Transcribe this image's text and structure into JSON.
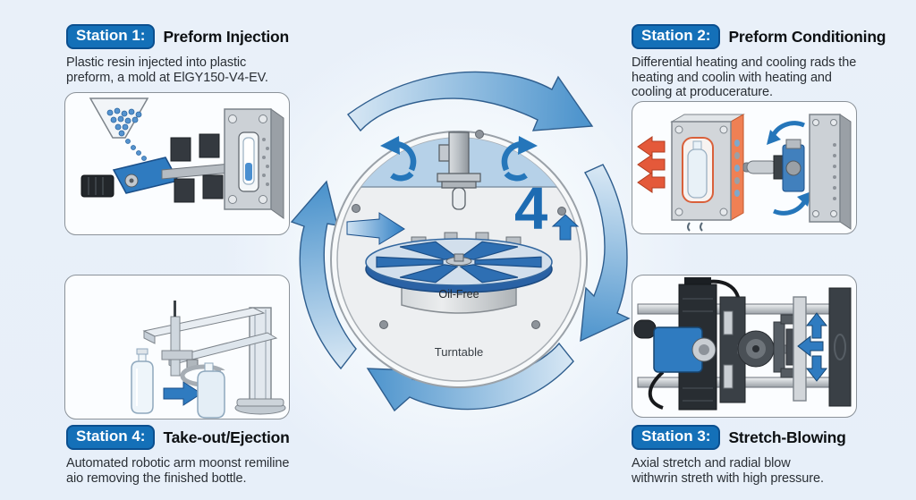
{
  "colors": {
    "background": "#e9f0f9",
    "badge_blue": "#1470b8",
    "badge_border": "#0b4f8f",
    "accent_blue": "#2e7ec4",
    "number_blue": "#1d6bb2",
    "cycle_arrow_light": "#d7e7f4",
    "cycle_arrow_dark": "#4f95cd",
    "heat_orange": "#ef8054",
    "heat_arrow_red": "#e4593a",
    "body_text": "#2a2f35"
  },
  "stations": {
    "s1": {
      "badge": "Station 1:",
      "title": "Preform Injection",
      "desc_lines": [
        "Plastic resin injected into plastic",
        "preform, a mold at ElGY150-V4-EV."
      ]
    },
    "s2": {
      "badge": "Station 2:",
      "title": "Preform Conditioning",
      "desc_lines": [
        "Differential heating and cooling rads the",
        "heating and coolin with heating and",
        "cooling at producerature."
      ]
    },
    "s3": {
      "badge": "Station 3:",
      "title": "Stretch-Blowing",
      "desc_lines": [
        "Axial stretch and radial blow",
        "withwrin streth with high pressure."
      ]
    },
    "s4": {
      "badge": "Station 4:",
      "title": "Take-out/Ejection",
      "desc_lines": [
        "Automated robotic arm moonst remiline",
        "aio removing the finished bottle."
      ]
    }
  },
  "center": {
    "station_count": "4",
    "pedestal_label": "Oil-Free",
    "turntable_label": "Turntable"
  }
}
